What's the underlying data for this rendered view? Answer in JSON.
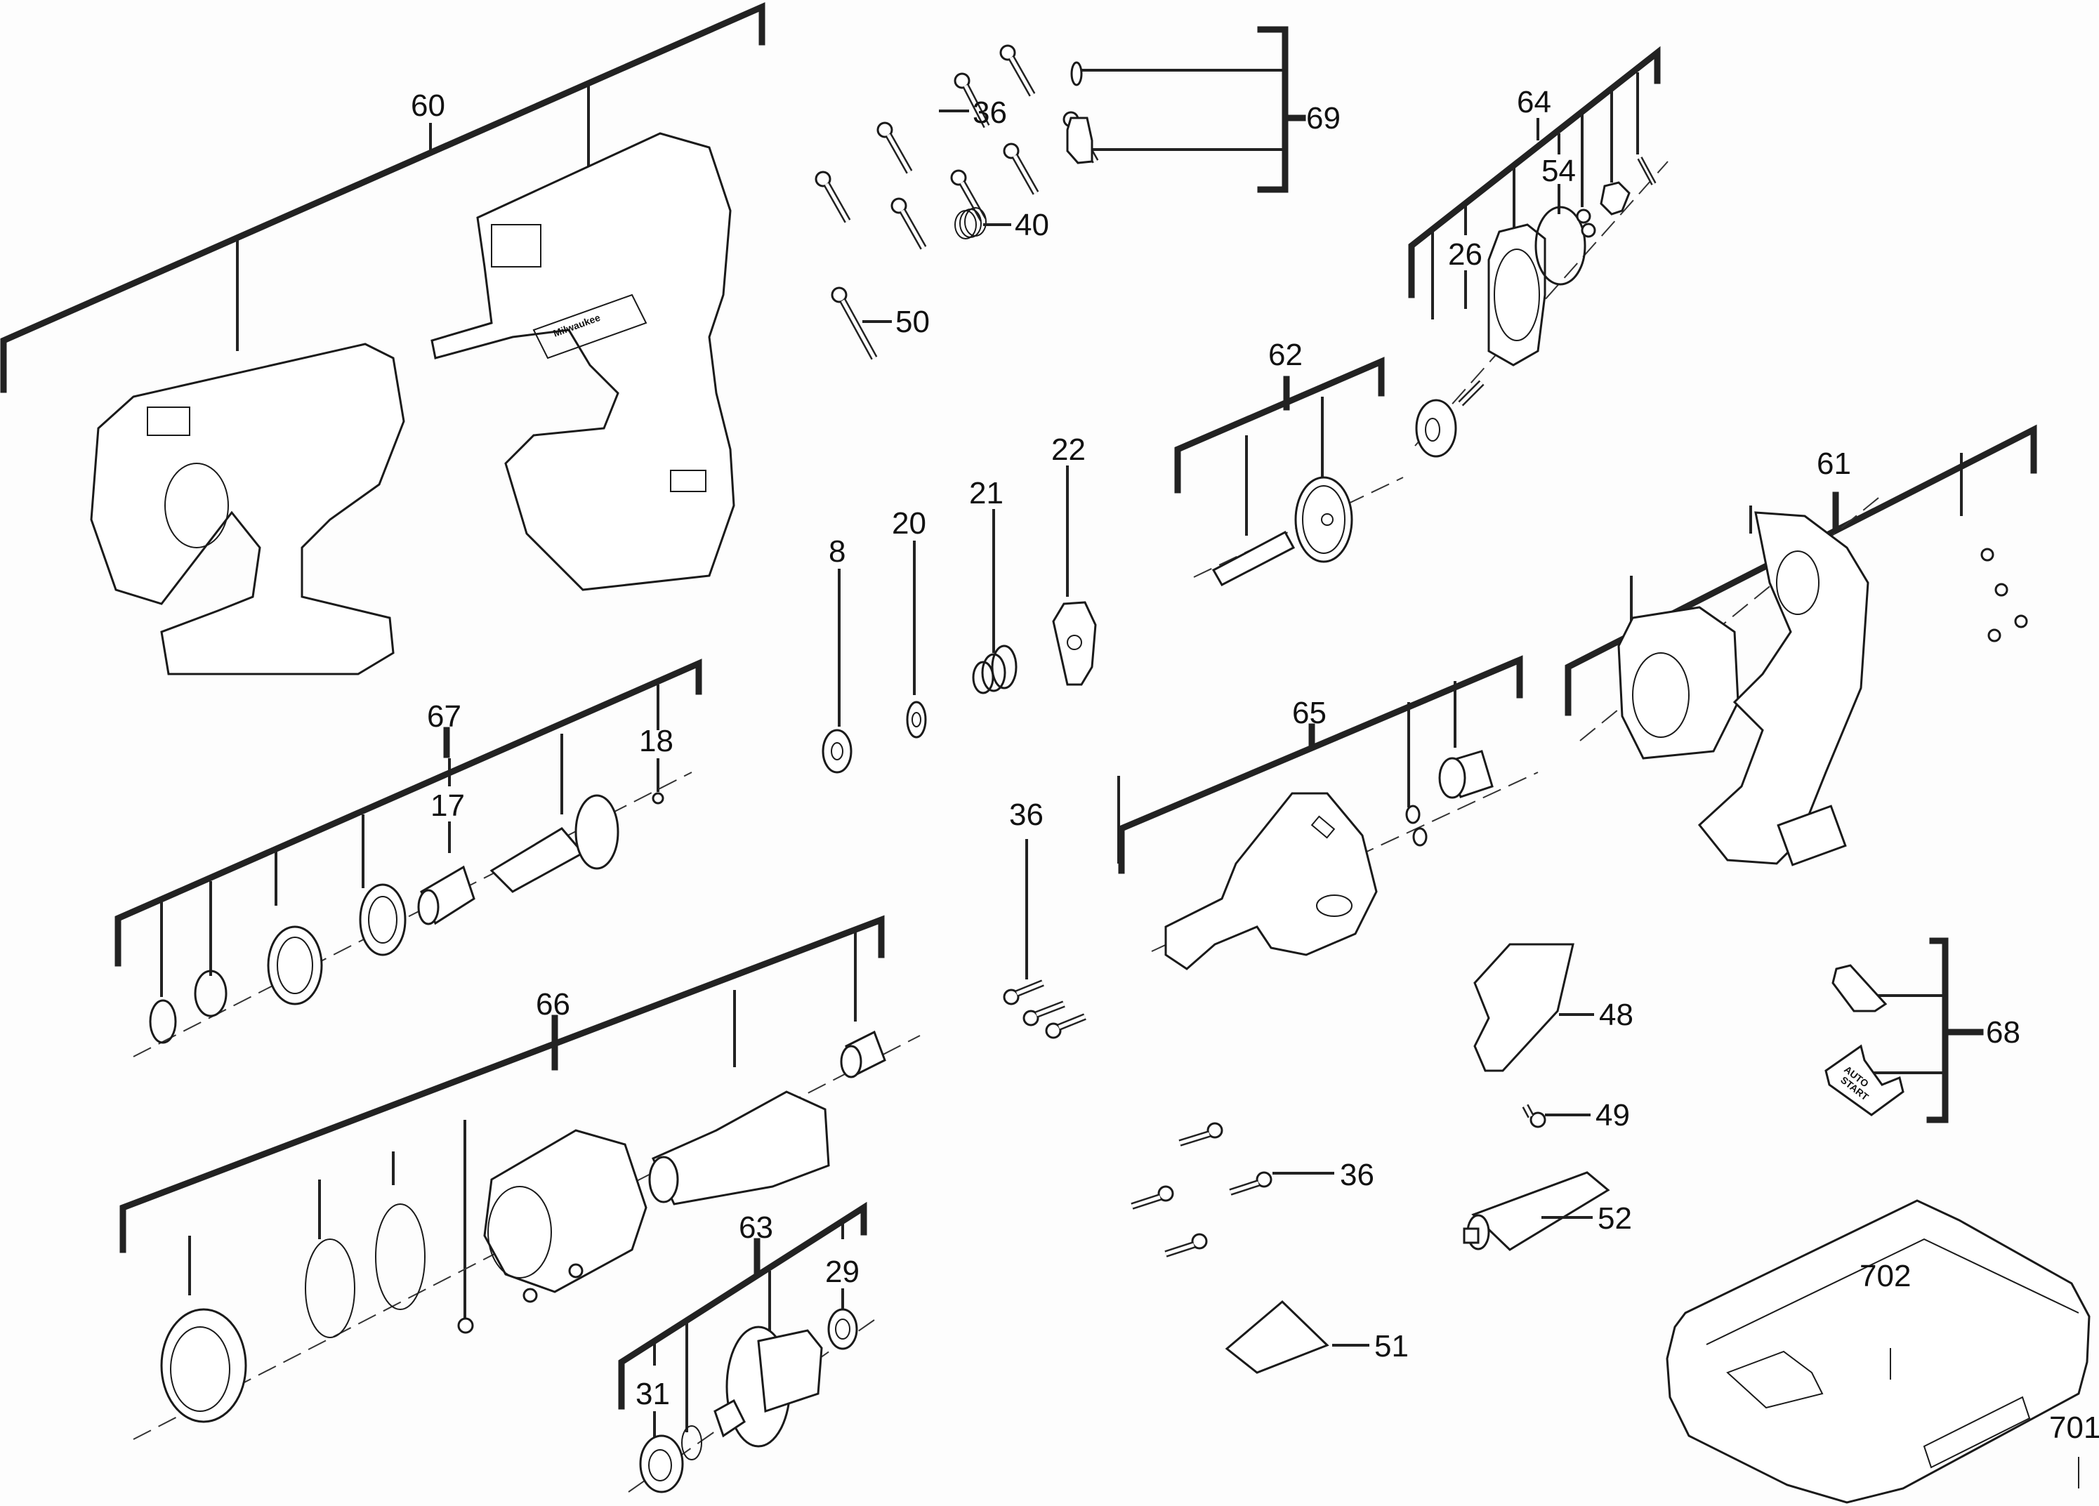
{
  "diagram": {
    "type": "exploded parts diagram",
    "subject": "cordless drywall screwdriver",
    "labels": {
      "p8": "8",
      "p17": "17",
      "p18": "18",
      "p20": "20",
      "p21": "21",
      "p22": "22",
      "p26": "26",
      "p29": "29",
      "p31": "31",
      "p36a": "36",
      "p36b": "36",
      "p36c": "36",
      "p40": "40",
      "p48": "48",
      "p49": "49",
      "p50": "50",
      "p51": "51",
      "p52": "52",
      "p54": "54",
      "p60": "60",
      "p61": "61",
      "p62": "62",
      "p63": "63",
      "p64": "64",
      "p65": "65",
      "p66": "66",
      "p67": "67",
      "p68": "68",
      "p69": "69",
      "p701": "701",
      "p702": "702"
    },
    "part_markings": {
      "brand_text": "Milwaukee",
      "switch_text_1": "AUTO",
      "switch_text_2": "START"
    }
  }
}
